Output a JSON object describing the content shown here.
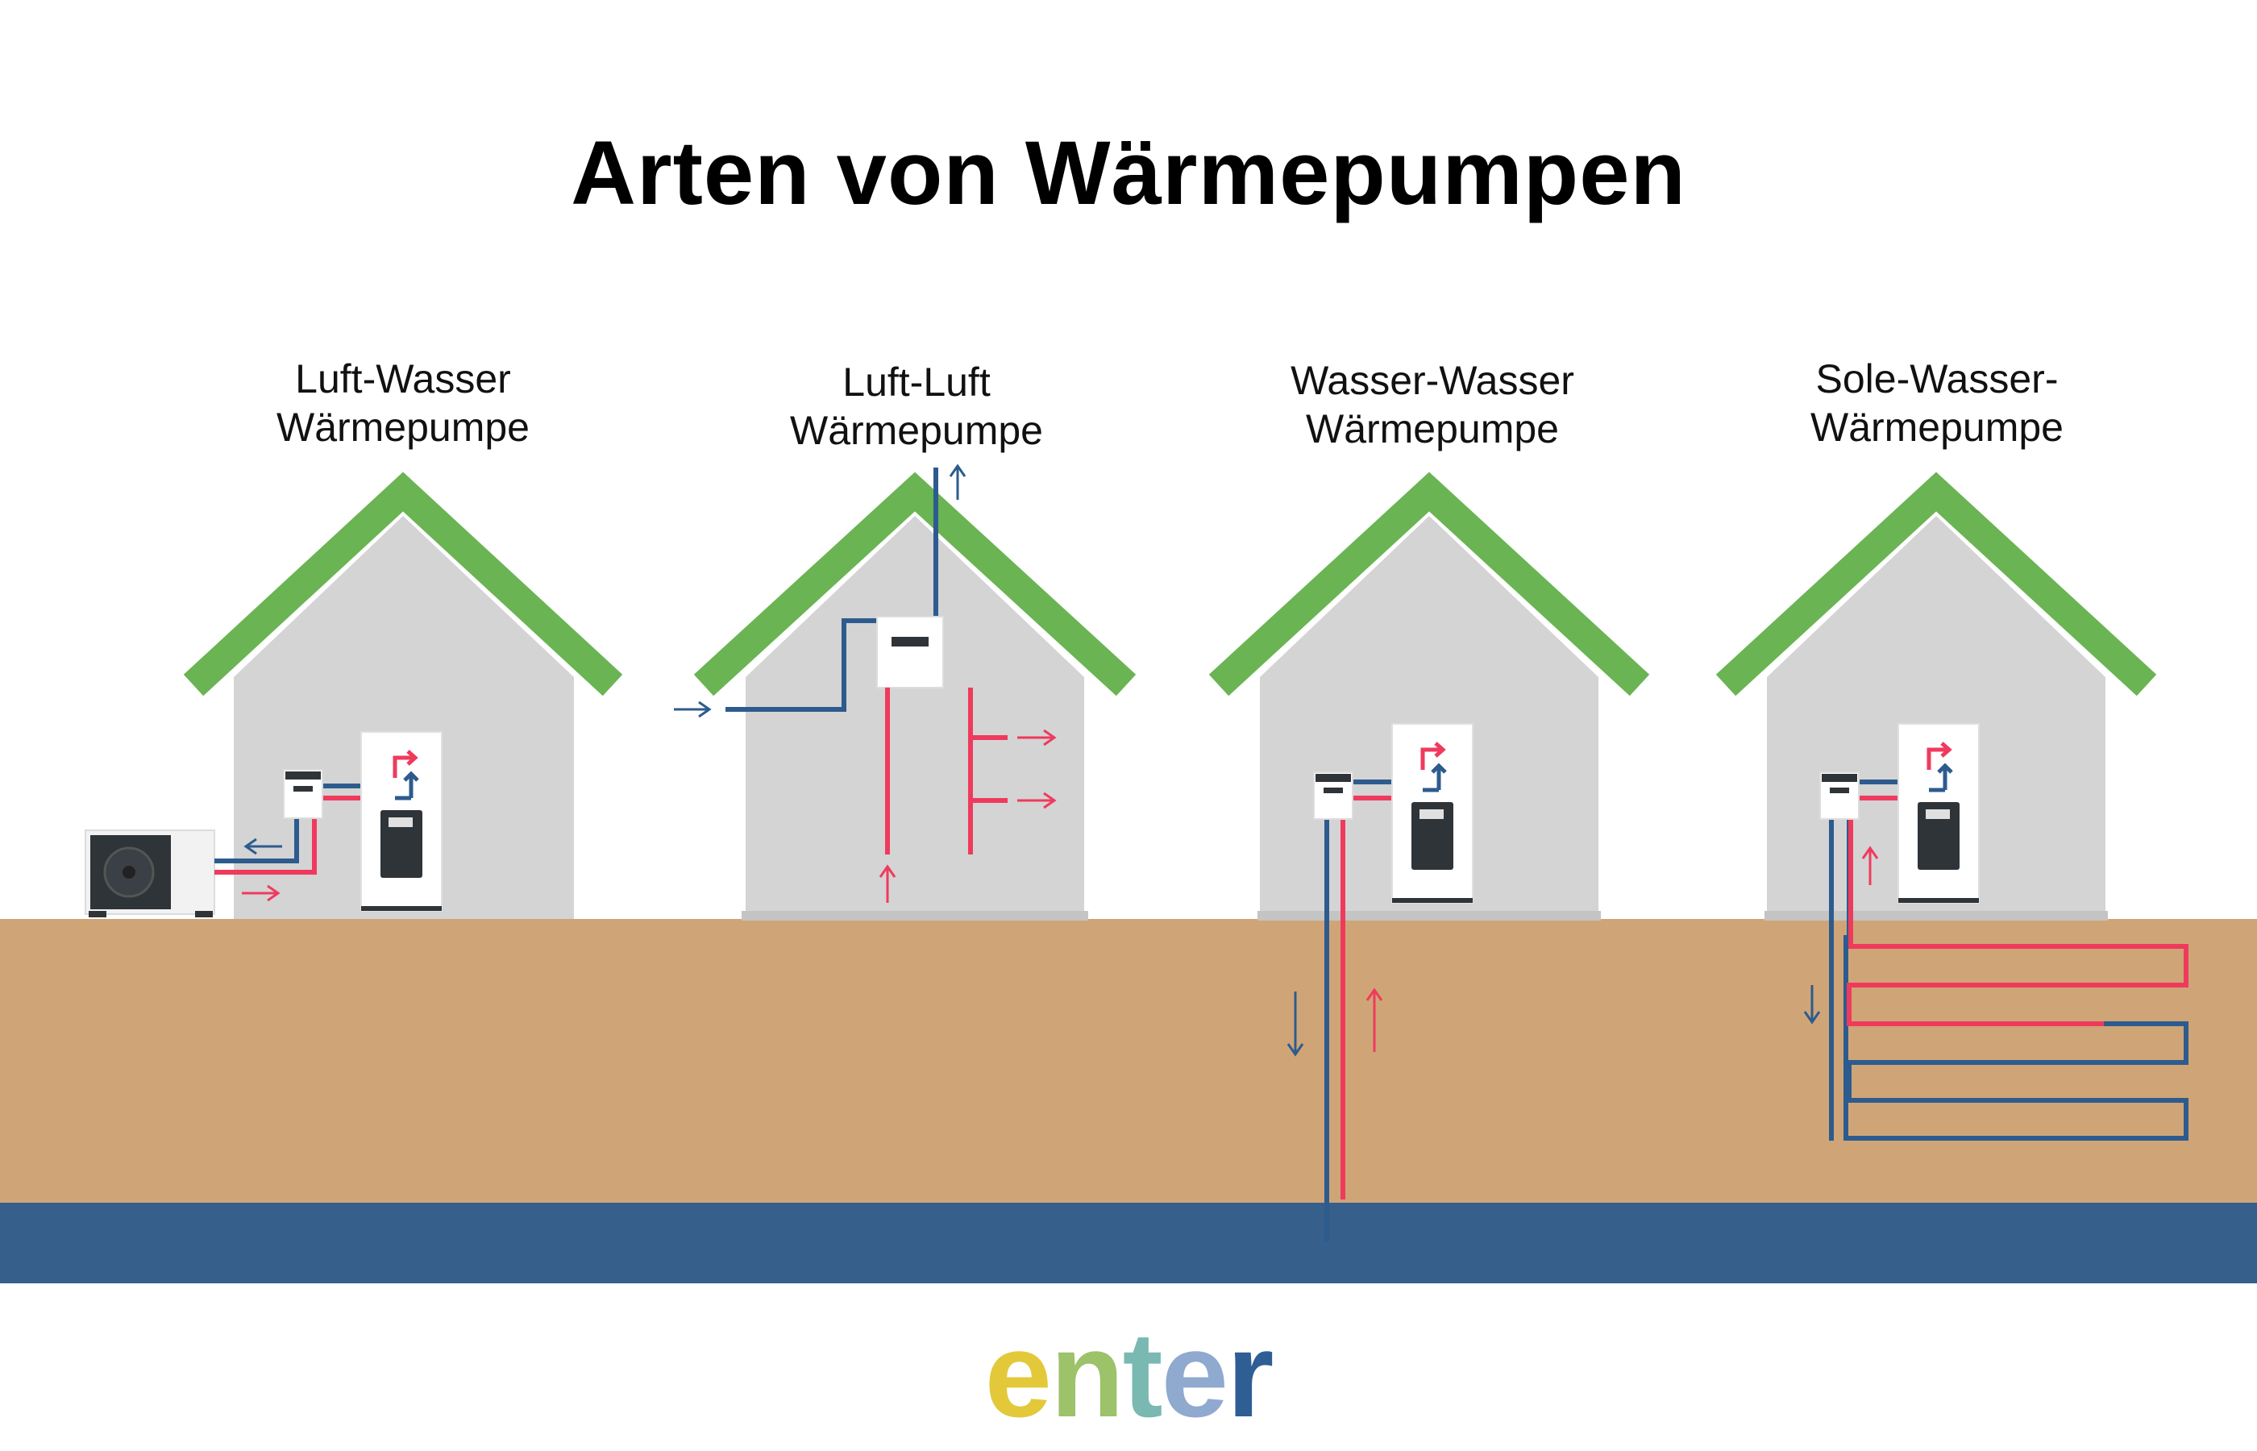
{
  "title": "Arten von Wärmepumpen",
  "pumps": [
    {
      "line1": "Luft-Wasser",
      "line2": "Wärmepumpe"
    },
    {
      "line1": "Luft-Luft",
      "line2": "Wärmepumpe"
    },
    {
      "line1": "Wasser-Wasser",
      "line2": "Wärmepumpe"
    },
    {
      "line1": "Sole-Wasser-",
      "line2": "Wärmepumpe"
    }
  ],
  "logo": {
    "letters": [
      "e",
      "n",
      "t",
      "e",
      "r"
    ],
    "colors": [
      "#e3c93a",
      "#9cc26a",
      "#7ab8b2",
      "#8fa9cf",
      "#2e5e93"
    ]
  },
  "colors": {
    "roof": "#6ab453",
    "house": "#d4d4d4",
    "ground": "#cfa577",
    "groundwater": "#365f8c",
    "pipe_cold": "#2d5b8e",
    "pipe_warm": "#ef3a5d",
    "unit_dark": "#2f3439"
  }
}
